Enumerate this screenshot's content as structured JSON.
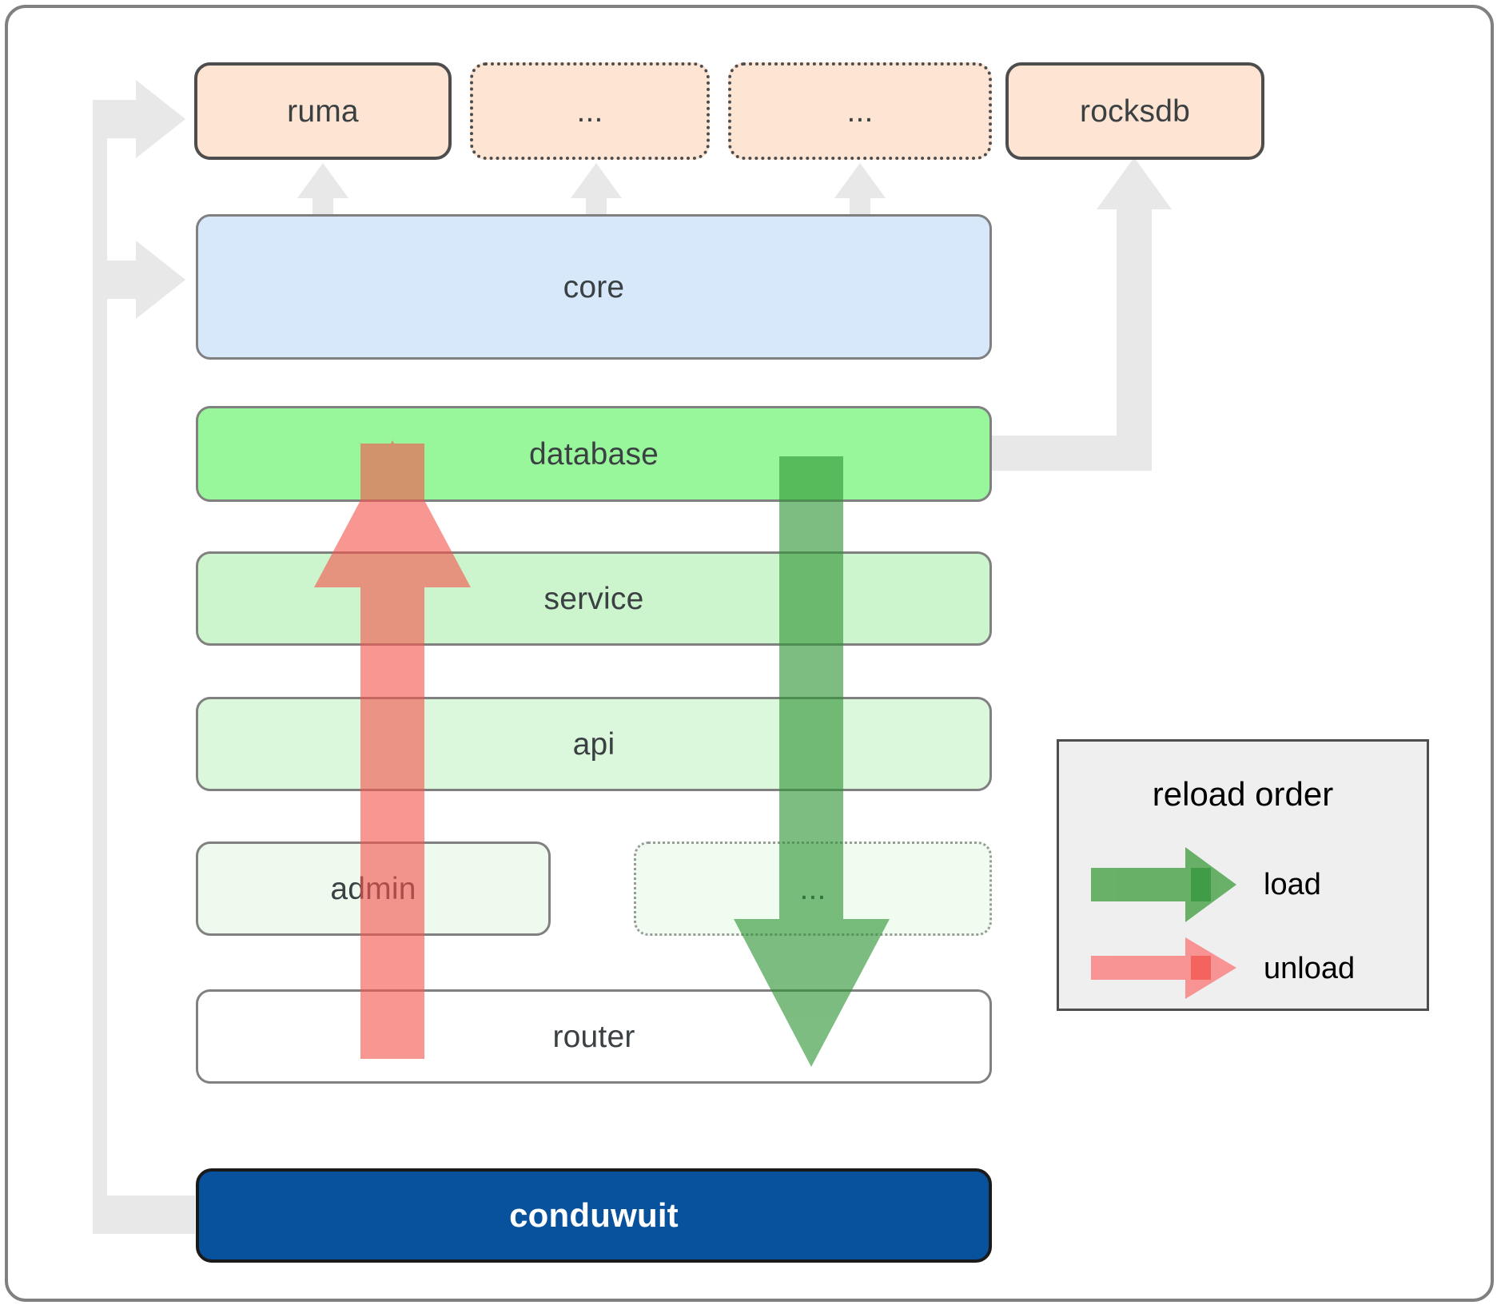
{
  "diagram": {
    "title": "conduwuit crate / reload order architecture",
    "dependencies": [
      {
        "id": "ruma",
        "label": "ruma",
        "style": "solid",
        "color": "#fde4d3"
      },
      {
        "id": "dots-1",
        "label": "...",
        "style": "dotted",
        "color": "#fde4d3"
      },
      {
        "id": "dots-2",
        "label": "...",
        "style": "dotted",
        "color": "#fde4d3"
      },
      {
        "id": "rocksdb",
        "label": "rocksdb",
        "style": "solid",
        "color": "#fde4d3"
      }
    ],
    "layers": [
      {
        "id": "core",
        "label": "core",
        "style": "solid",
        "color": "#d7e8fb"
      },
      {
        "id": "database",
        "label": "database",
        "style": "solid",
        "color": "#99f79b"
      },
      {
        "id": "service",
        "label": "service",
        "style": "solid",
        "color": "#cdf5cd"
      },
      {
        "id": "api",
        "label": "api",
        "style": "solid",
        "color": "#dcf8dc"
      },
      {
        "id": "admin",
        "label": "admin",
        "style": "solid",
        "color": "#eefaee"
      },
      {
        "id": "dots-3",
        "label": "...",
        "style": "dotted",
        "color": "#f0fcf0"
      },
      {
        "id": "router",
        "label": "router",
        "style": "solid",
        "color": "#ffffff"
      }
    ],
    "root": {
      "id": "conduwuit",
      "label": "conduwuit",
      "color": "#08519c",
      "text_color": "#ffffff"
    },
    "legend": {
      "title": "reload order",
      "items": [
        {
          "id": "load",
          "label": "load",
          "color": "#5aaa5a",
          "direction": "down"
        },
        {
          "id": "unload",
          "label": "unload",
          "color": "#fa8a8a",
          "direction": "up"
        }
      ]
    },
    "colors": {
      "connector": "#e8e8e8",
      "frame_border": "#808080",
      "load_arrow": "#5aaa5a",
      "unload_arrow": "#fa8a8a",
      "accent_blue": "#08519c"
    }
  }
}
